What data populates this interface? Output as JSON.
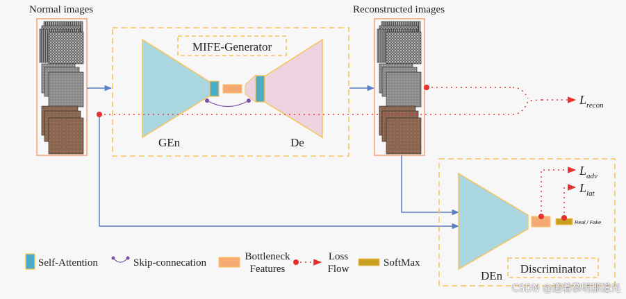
{
  "labels": {
    "normal_images": "Normal images",
    "reconstructed_images": "Reconstructed images",
    "generator_title": "MIFE-Generator",
    "gen_encoder": "GEn",
    "decoder": "De",
    "discriminator_title": "Discriminator",
    "disc_encoder": "DEn",
    "real_fake": "Real / Fake",
    "loss_recon": {
      "main": "L",
      "sub": "recon"
    },
    "loss_adv": {
      "main": "L",
      "sub": "adv"
    },
    "loss_lat": {
      "main": "L",
      "sub": "lat"
    }
  },
  "legend": {
    "self_attention": "Self-Attention",
    "skip_connection": "Skip-connecation",
    "bottleneck_line1": "Bottleneck",
    "bottleneck_line2": "Features",
    "loss_line1": "Loss",
    "loss_line2": "Flow",
    "softmax": "SoftMax"
  },
  "watermark": "CSDN @迎着黎明那道光",
  "colors": {
    "encoder": "#a9d6df",
    "decoder": "#ecd3df",
    "attention": "#4bacc6",
    "bottleneck": "#f4aa72",
    "softmax": "#c8a020",
    "dashed_border": "#f7c45a",
    "image_frame": "#f0a070",
    "arrow_blue": "#5b7fc4",
    "loss_red": "#e53030",
    "skip_purple": "#7d50a8"
  }
}
